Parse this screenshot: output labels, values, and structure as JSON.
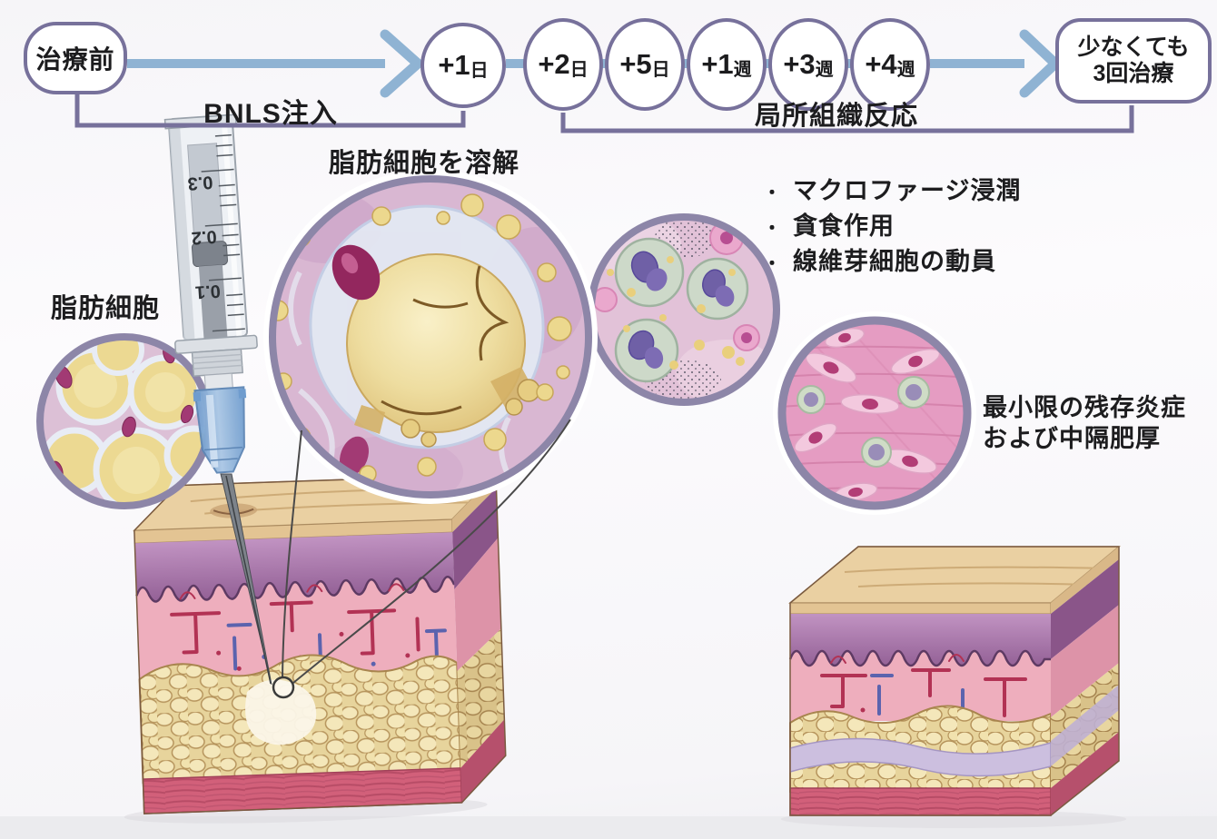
{
  "figure": {
    "timeline": {
      "start_node": "治療前",
      "step_nodes": [
        {
          "num": "+1",
          "unit": "日"
        },
        {
          "num": "+2",
          "unit": "日"
        },
        {
          "num": "+5",
          "unit": "日"
        },
        {
          "num": "+1",
          "unit": "週"
        },
        {
          "num": "+3",
          "unit": "週"
        },
        {
          "num": "+4",
          "unit": "週"
        }
      ],
      "end_node_line1": "少なくても",
      "end_node_line2": "3回治療",
      "phase1_label": "BNLS注入",
      "phase2_label": "局所組織反応"
    },
    "labels": {
      "fat_cells": "脂肪細胞",
      "dissolve": "脂肪細胞を溶解",
      "bullet_char": "・",
      "reaction_bullets": [
        "マクロファージ浸潤",
        "貪食作用",
        "線維芽細胞の動員"
      ],
      "residual_line1": "最小限の残存炎症",
      "residual_line2": "および中隔肥厚"
    },
    "syringe_scale_marks": [
      "0.3",
      "0.2",
      "0.1"
    ],
    "colors": {
      "arrow_blue": "#8fb3d3",
      "node_border_purple": "#77719b",
      "bracket_purple": "#77719b",
      "inset_ring": "#8d86a8",
      "fat_yellow": "#ecd992",
      "dermis_purple": "#8d5a90",
      "skin_pink": "#eeaebd",
      "muscle_red": "#d2607a"
    }
  }
}
